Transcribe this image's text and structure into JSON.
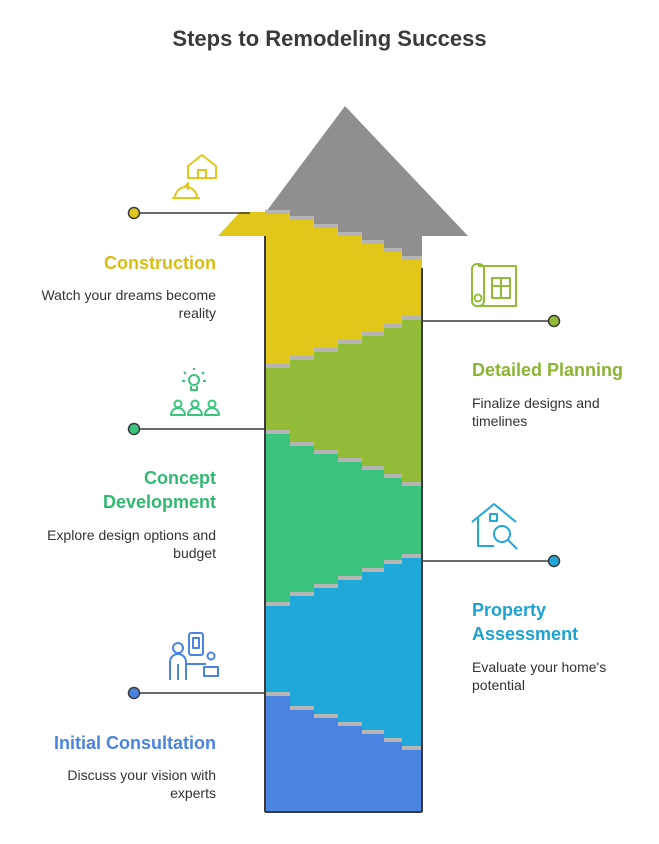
{
  "title": "Steps to Remodeling Success",
  "colors": {
    "arrow_head": "#8f8f8f",
    "step_edge": "#b5b5b5",
    "outline": "#3a3a3a"
  },
  "steps": [
    {
      "title": "Initial Consultation",
      "description": "Discuss your vision with experts",
      "color": "#4a84e0",
      "icon": "consultation-icon",
      "side": "left"
    },
    {
      "title": "Property Assessment",
      "description": "Evaluate your home's potential",
      "color": "#1fa8d8",
      "icon": "house-search-icon",
      "side": "right"
    },
    {
      "title": "Concept Development",
      "description": "Explore design options and budget",
      "color": "#3bc47c",
      "icon": "team-idea-icon",
      "side": "left"
    },
    {
      "title": "Detailed Planning",
      "description": "Finalize designs and timelines",
      "color": "#92bb38",
      "icon": "blueprint-icon",
      "side": "right"
    },
    {
      "title": "Construction",
      "description": "Watch your dreams become reality",
      "color": "#e0c71a",
      "icon": "construction-icon",
      "side": "left"
    }
  ]
}
